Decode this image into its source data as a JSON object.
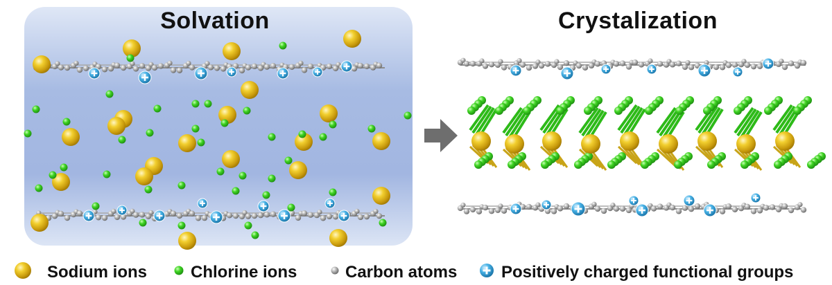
{
  "titles": {
    "left": "Solvation",
    "right": "Crystalization"
  },
  "legend": {
    "sodium": "Sodium ions",
    "chlorine": "Chlorine ions",
    "carbon": "Carbon atoms",
    "functional": "Positively charged functional groups"
  },
  "colors": {
    "sodium": "#e0b416",
    "chlorine": "#33c41b",
    "carbon": "#9a9a9a",
    "functional": "#3aa6de",
    "panel": "#9fb4e0",
    "arrow": "#6e6e6e"
  },
  "icons": {
    "transition": "right-arrow-icon",
    "functional_group": "plus-circle-icon"
  }
}
